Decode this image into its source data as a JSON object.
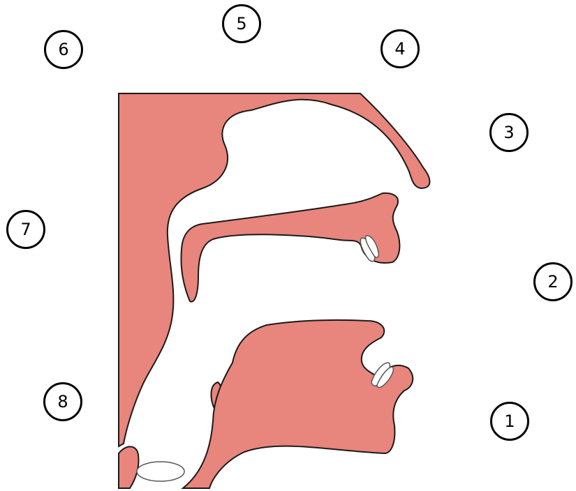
{
  "colors": {
    "tissue": "#E8857C",
    "outline": "#1a1a1a",
    "teeth": "#ffffff",
    "background": "#ffffff"
  },
  "labels": [
    "1",
    "2",
    "3",
    "4",
    "5",
    "6",
    "7",
    "8"
  ]
}
